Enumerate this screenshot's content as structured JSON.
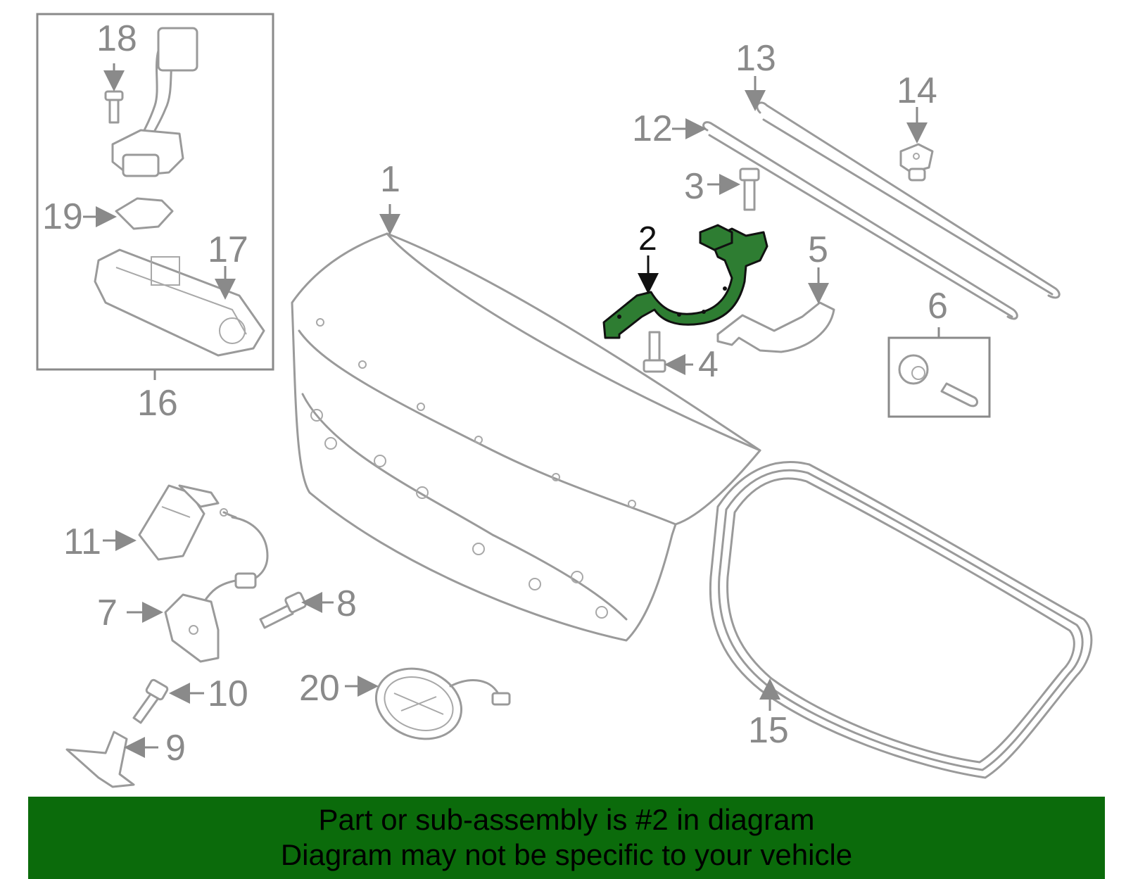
{
  "callouts": {
    "c1": "1",
    "c2": "2",
    "c3": "3",
    "c4": "4",
    "c5": "5",
    "c6": "6",
    "c7": "7",
    "c8": "8",
    "c9": "9",
    "c10": "10",
    "c11": "11",
    "c12": "12",
    "c13": "13",
    "c14": "14",
    "c15": "15",
    "c16": "16",
    "c17": "17",
    "c18": "18",
    "c19": "19",
    "c20": "20"
  },
  "highlight": {
    "part_number": "2",
    "color": "#2e7d32"
  },
  "colors": {
    "line": "#9a9a9a",
    "banner": "#0b6b0b"
  },
  "banner": {
    "line1": "Part or sub-assembly is #2 in diagram",
    "line2": "Diagram may not be specific to your vehicle"
  }
}
